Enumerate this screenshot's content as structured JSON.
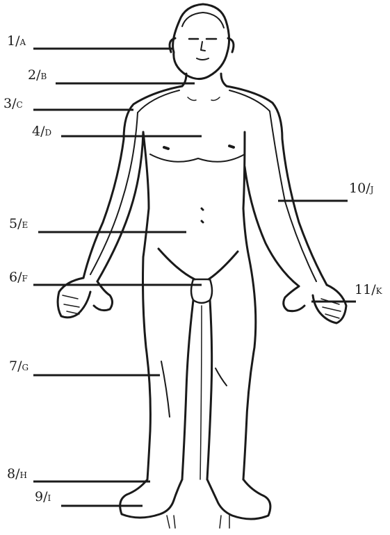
{
  "labels": [
    {
      "number": "1",
      "separator": "/",
      "letter": "A"
    },
    {
      "number": "2",
      "separator": "/",
      "letter": "B"
    },
    {
      "number": "3",
      "separator": "/",
      "letter": "C"
    },
    {
      "number": "4",
      "separator": "/",
      "letter": "D"
    },
    {
      "number": "5",
      "separator": "/",
      "letter": "E"
    },
    {
      "number": "6",
      "separator": "/",
      "letter": "F"
    },
    {
      "number": "7",
      "separator": "/",
      "letter": "G"
    },
    {
      "number": "8",
      "separator": "/",
      "letter": "H"
    },
    {
      "number": "9",
      "separator": "/",
      "letter": "I"
    },
    {
      "number": "10",
      "separator": "/",
      "letter": "J"
    },
    {
      "number": "11",
      "separator": "/",
      "letter": "K"
    }
  ],
  "colors": {
    "ink": "#1a1a1a",
    "background": "#ffffff"
  }
}
